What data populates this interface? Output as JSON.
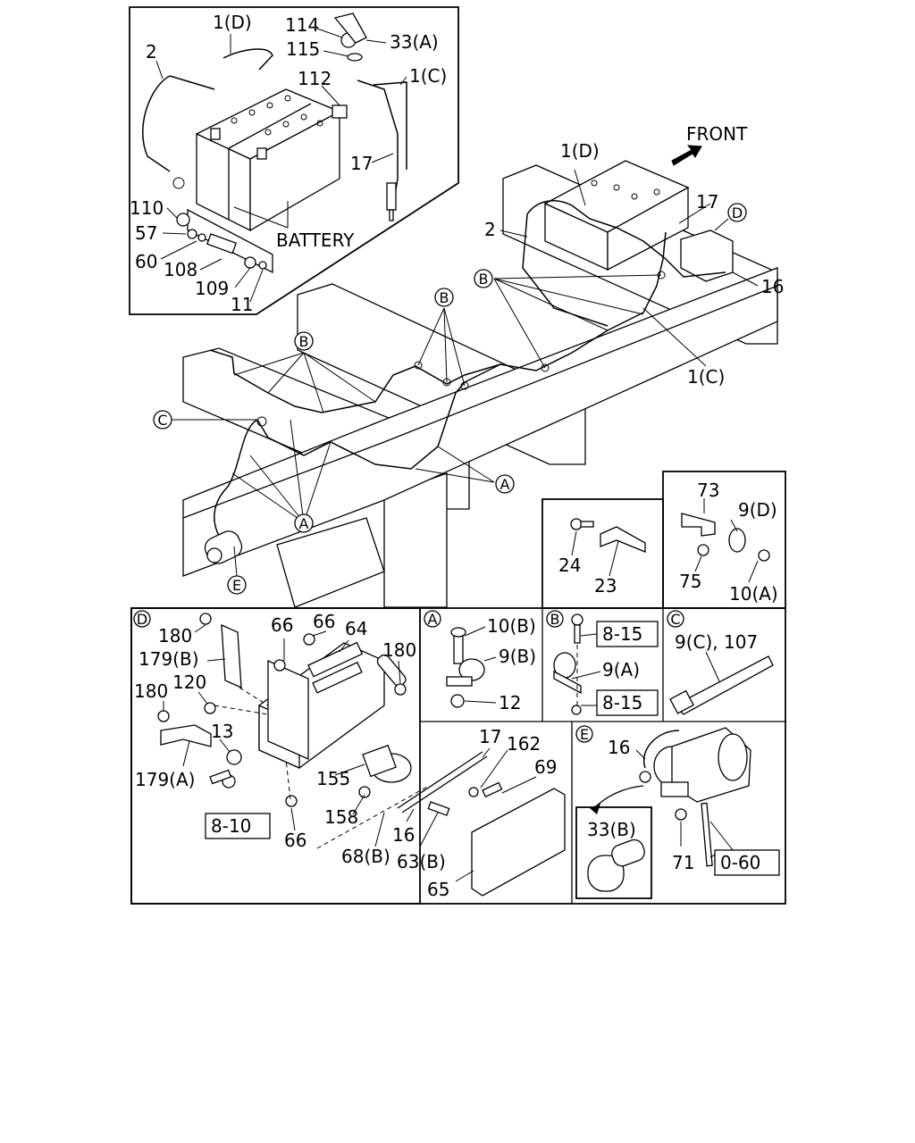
{
  "labels": {
    "battery": "BATTERY",
    "front": "FRONT",
    "l_1d": "1(D)",
    "l_1c": "1(C)",
    "l_2": "2",
    "l_17": "17",
    "l_16": "16",
    "l_114": "114",
    "l_115": "115",
    "l_112": "112",
    "l_33a": "33(A)",
    "l_33b": "33(B)",
    "l_110": "110",
    "l_57": "57",
    "l_60": "60",
    "l_108": "108",
    "l_109": "109",
    "l_11": "11",
    "l_24": "24",
    "l_23": "23",
    "l_73": "73",
    "l_9d": "9(D)",
    "l_75": "75",
    "l_10a": "10(A)",
    "l_10b": "10(B)",
    "l_9b": "9(B)",
    "l_12": "12",
    "l_9a": "9(A)",
    "l_815": "8-15",
    "l_9c107": "9(C), 107",
    "l_180": "180",
    "l_179b": "179(B)",
    "l_179a": "179(A)",
    "l_120": "120",
    "l_13": "13",
    "l_810": "8-10",
    "l_66": "66",
    "l_64": "64",
    "l_155": "155",
    "l_158": "158",
    "l_68b": "68(B)",
    "l_63b": "63(B)",
    "l_65": "65",
    "l_162": "162",
    "l_69": "69",
    "l_71": "71",
    "l_060": "0-60"
  },
  "callouts": {
    "a": "A",
    "b": "B",
    "c": "C",
    "d": "D",
    "e": "E"
  }
}
